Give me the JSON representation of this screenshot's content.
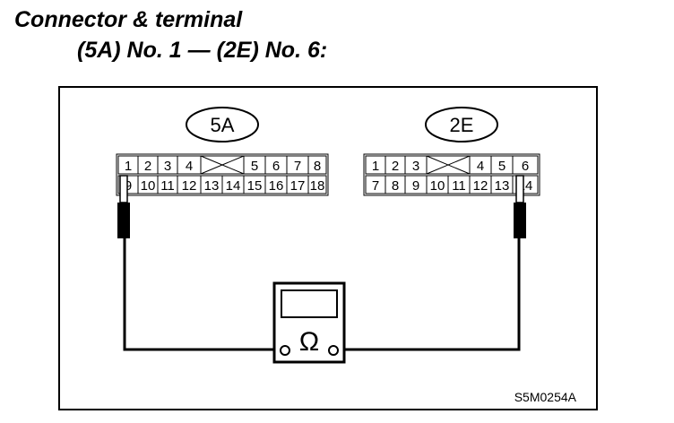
{
  "header": {
    "line1": "Connector & terminal",
    "line2": "(5A) No. 1 — (2E) No. 6:"
  },
  "connectors": {
    "a": {
      "label": "5A",
      "top_row": [
        "1",
        "2",
        "3",
        "4",
        "",
        "5",
        "6",
        "7",
        "8"
      ],
      "bottom_row": [
        "9",
        "10",
        "11",
        "12",
        "13",
        "14",
        "15",
        "16",
        "17",
        "18"
      ]
    },
    "b": {
      "label": "2E",
      "top_row": [
        "1",
        "2",
        "3",
        "",
        "4",
        "5",
        "6"
      ],
      "bottom_row": [
        "7",
        "8",
        "9",
        "10",
        "11",
        "12",
        "13",
        "14"
      ]
    }
  },
  "meter": {
    "symbol": "Ω"
  },
  "figure_code": "S5M0254A"
}
